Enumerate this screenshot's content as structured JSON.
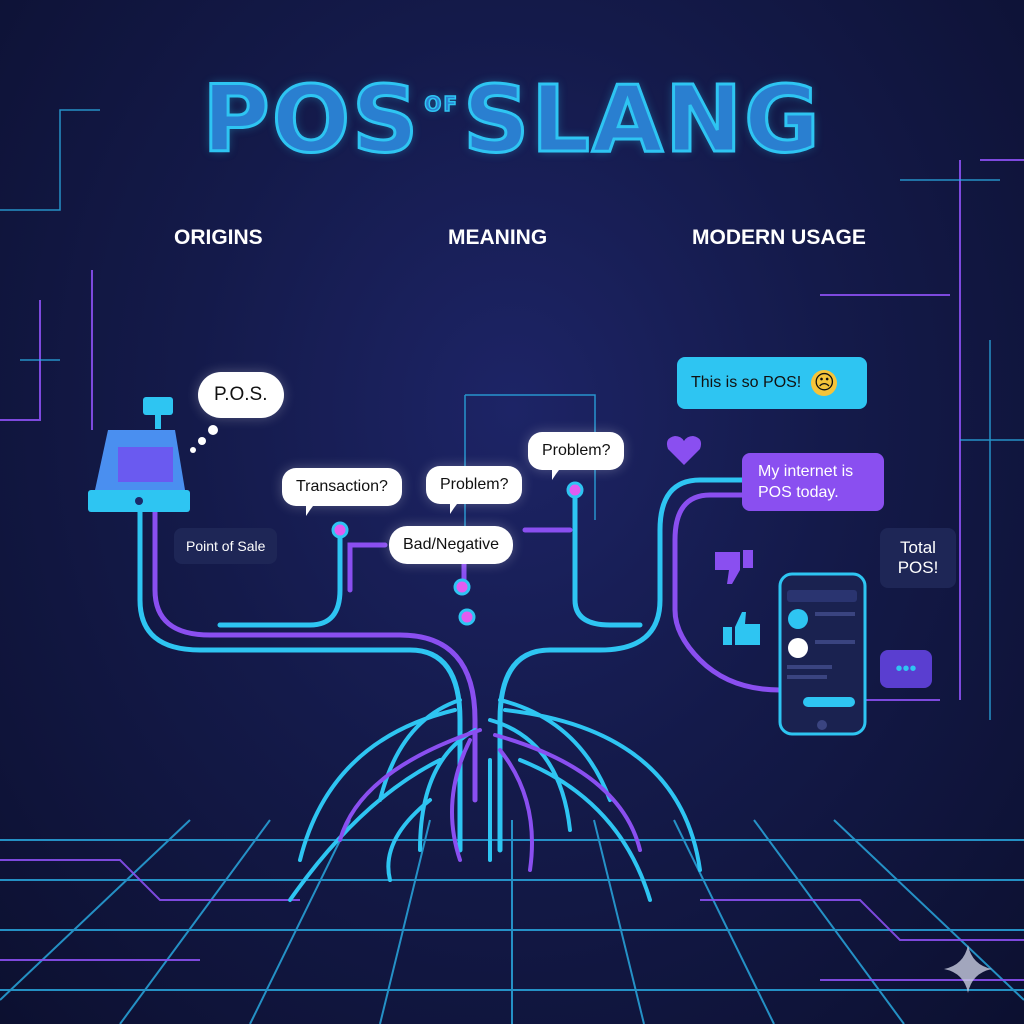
{
  "title": {
    "left": "POS",
    "connector": "OF",
    "right": "SLANG"
  },
  "sections": [
    "ORIGINS",
    "MEANING",
    "MODERN USAGE"
  ],
  "origins": {
    "thought": "P.O.S.",
    "label": "Point of Sale"
  },
  "meaning": {
    "bubbles": [
      "Transaction?",
      "Problem?",
      "Problem?",
      "Bad/Negative"
    ]
  },
  "usage": {
    "bubble1": "This is so POS!",
    "emoji": "☹",
    "bubble2": "My internet is POS today.",
    "bubble3": "Total POS!",
    "typing": "•••"
  },
  "colors": {
    "cyan": "#2ec5f2",
    "purple": "#8a4ff0",
    "bg": "#141a4a"
  }
}
